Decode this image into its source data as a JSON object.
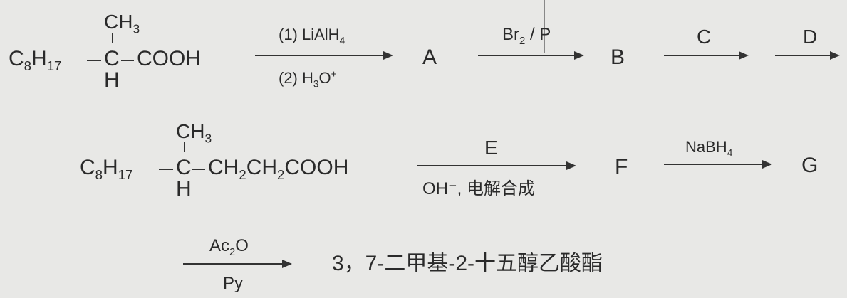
{
  "row1": {
    "ch3_prefix": "CH",
    "ch3_sub": "3",
    "c8_prefix": "C",
    "c8_sub": "8",
    "h17_prefix": "H",
    "h17_sub": "17",
    "carbon": "C",
    "cooh": "COOH",
    "hydrogen": "H",
    "step1_top_prefix": "(1) LiAlH",
    "step1_top_sub": "4",
    "step1_bottom_prefix": "(2)  H",
    "step1_bottom_sub": "3",
    "step1_bottom_mid": "O",
    "step1_bottom_sup": "+",
    "A": "A",
    "step2_top_prefix": "Br",
    "step2_top_sub": "2",
    "step2_top_suffix": " / P",
    "B": "B",
    "C": "C",
    "D": "D"
  },
  "row2": {
    "ch3_prefix": "CH",
    "ch3_sub": "3",
    "c8_prefix": "C",
    "c8_sub": "8",
    "h17_prefix": "H",
    "h17_sub": "17",
    "carbon": "C",
    "chain_ch2a": "CH",
    "chain_ch2a_sub": "2",
    "chain_ch2b": "CH",
    "chain_ch2b_sub": "2",
    "chain_cooh": "COOH",
    "hydrogen": "H",
    "E": "E",
    "step_e_bottom": "OH⁻, 电解合成",
    "F": "F",
    "step_g_top_prefix": "NaBH",
    "step_g_top_sub": "4",
    "G": "G"
  },
  "row3": {
    "step_top_prefix": "Ac",
    "step_top_sub": "2",
    "step_top_suffix": "O",
    "step_bottom": "Py",
    "product": "3，7-二甲基-2-十五醇乙酸酯"
  }
}
